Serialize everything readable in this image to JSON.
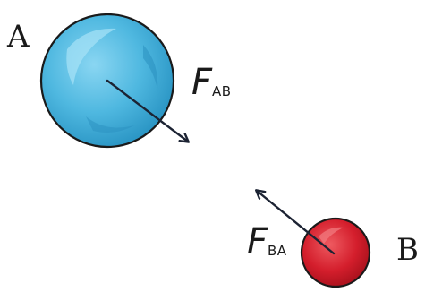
{
  "objects": {
    "a": {
      "label": "A",
      "color": "#4fb8e0"
    },
    "b": {
      "label": "B",
      "color": "#d8202e"
    }
  },
  "forces": {
    "ab": {
      "symbol": "F",
      "subscript": "AB"
    },
    "ba": {
      "symbol": "F",
      "subscript": "BA"
    }
  }
}
